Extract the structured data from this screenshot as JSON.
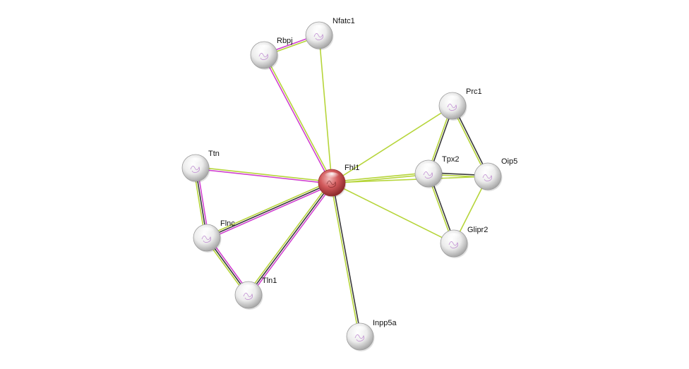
{
  "network": {
    "center": "Fhl1",
    "nodes": [
      {
        "id": "Fhl1",
        "label": "Fhl1",
        "query": true
      },
      {
        "id": "Nfatc1",
        "label": "Nfatc1",
        "query": false
      },
      {
        "id": "Rbpj",
        "label": "Rbpj",
        "query": false
      },
      {
        "id": "Prc1",
        "label": "Prc1",
        "query": false
      },
      {
        "id": "Tpx2",
        "label": "Tpx2",
        "query": false
      },
      {
        "id": "Oip5",
        "label": "Oip5",
        "query": false
      },
      {
        "id": "Glipr2",
        "label": "Glipr2",
        "query": false
      },
      {
        "id": "Ttn",
        "label": "Ttn",
        "query": false
      },
      {
        "id": "Flnc",
        "label": "Flnc",
        "query": false
      },
      {
        "id": "Tln1",
        "label": "Tln1",
        "query": false
      },
      {
        "id": "Inpp5a",
        "label": "Inpp5a",
        "query": false
      }
    ],
    "edges": [
      {
        "from": "Rbpj",
        "to": "Nfatc1",
        "evidence": [
          "magenta",
          "yellowgreen"
        ]
      },
      {
        "from": "Fhl1",
        "to": "Nfatc1",
        "evidence": [
          "yellowgreen"
        ]
      },
      {
        "from": "Fhl1",
        "to": "Rbpj",
        "evidence": [
          "magenta",
          "yellowgreen"
        ]
      },
      {
        "from": "Fhl1",
        "to": "Prc1",
        "evidence": [
          "yellowgreen"
        ]
      },
      {
        "from": "Fhl1",
        "to": "Tpx2",
        "evidence": [
          "yellowgreen",
          "yellowgreen"
        ]
      },
      {
        "from": "Fhl1",
        "to": "Oip5",
        "evidence": [
          "yellowgreen"
        ]
      },
      {
        "from": "Fhl1",
        "to": "Glipr2",
        "evidence": [
          "yellowgreen"
        ]
      },
      {
        "from": "Fhl1",
        "to": "Ttn",
        "evidence": [
          "magenta",
          "yellowgreen"
        ]
      },
      {
        "from": "Fhl1",
        "to": "Flnc",
        "evidence": [
          "magenta",
          "dark",
          "yellowgreen"
        ]
      },
      {
        "from": "Fhl1",
        "to": "Tln1",
        "evidence": [
          "magenta",
          "dark",
          "yellowgreen"
        ]
      },
      {
        "from": "Fhl1",
        "to": "Inpp5a",
        "evidence": [
          "dark",
          "yellowgreen"
        ]
      },
      {
        "from": "Prc1",
        "to": "Tpx2",
        "evidence": [
          "dark",
          "yellowgreen"
        ]
      },
      {
        "from": "Prc1",
        "to": "Oip5",
        "evidence": [
          "dark",
          "yellowgreen"
        ]
      },
      {
        "from": "Tpx2",
        "to": "Oip5",
        "evidence": [
          "dark",
          "yellowgreen"
        ]
      },
      {
        "from": "Tpx2",
        "to": "Glipr2",
        "evidence": [
          "dark",
          "yellowgreen"
        ]
      },
      {
        "from": "Oip5",
        "to": "Glipr2",
        "evidence": [
          "yellowgreen"
        ]
      },
      {
        "from": "Ttn",
        "to": "Flnc",
        "evidence": [
          "magenta",
          "dark",
          "yellowgreen"
        ]
      },
      {
        "from": "Flnc",
        "to": "Tln1",
        "evidence": [
          "magenta",
          "dark",
          "yellowgreen"
        ]
      }
    ],
    "colors": {
      "magenta": "#d041d0",
      "yellowgreen": "#b6d53a",
      "dark": "#3a3a3a",
      "query_node": "#d0474a",
      "node": "#e9e9e9"
    }
  }
}
